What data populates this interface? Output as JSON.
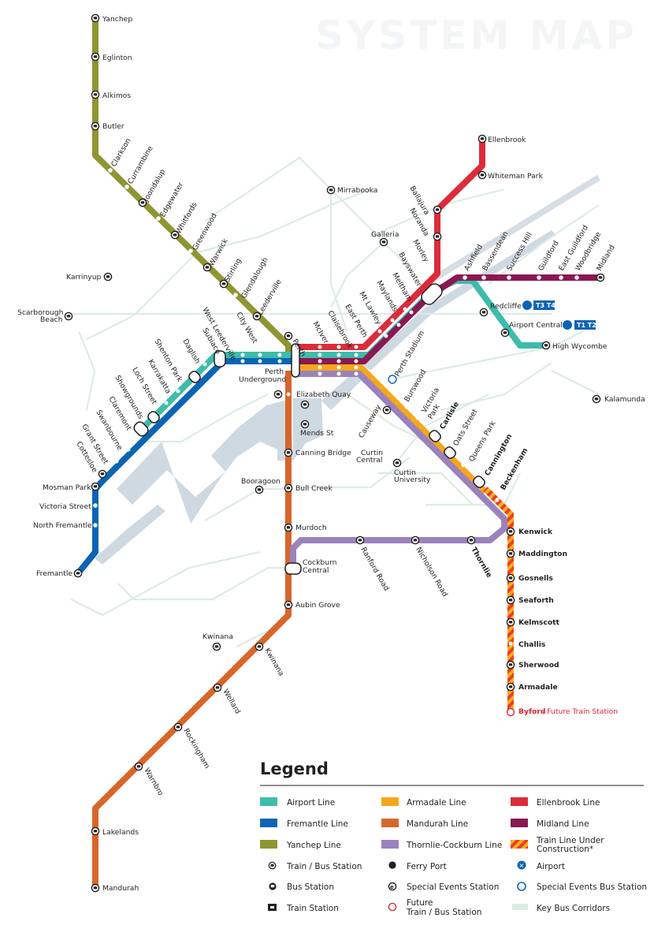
{
  "watermark": "SYSTEM MAP",
  "colors": {
    "airport": "#3dbcab",
    "fremantle": "#0c64b4",
    "yanchep": "#8e9531",
    "armadale": "#f5a71b",
    "mandurah": "#d7662b",
    "thornlie": "#9a82bd",
    "ellenbrook": "#dd2b3a",
    "midland": "#8c1851",
    "construction_a": "#ef3b2a",
    "construction_b": "#f8b21a",
    "bus_corridor": "#dcece3",
    "river": "#cfd9e2"
  },
  "stations": {
    "yanchep": "Yanchep",
    "eglinton": "Eglinton",
    "alkimos": "Alkimos",
    "butler": "Butler",
    "clarkson": "Clarkson",
    "currambine": "Currambine",
    "joondalup": "Joondalup",
    "edgewater": "Edgewater",
    "whitfords": "Whitfords",
    "greenwood": "Greenwood",
    "warwick": "Warwick",
    "stirling": "Stirling",
    "glendalough": "Glendalough",
    "leederville": "Leederville",
    "perth": "Perth",
    "perth_underground": "Perth\nUnderground",
    "perth_underground_1": "Perth",
    "perth_underground_2": "Underground",
    "city_west": "City West",
    "west_leederville": "West Leederville",
    "subiaco": "Subiaco",
    "daglish": "Daglish",
    "shenton_park": "Shenton Park",
    "karrakatta": "Karrakatta",
    "loch_street": "Loch Street",
    "showgrounds": "Showgrounds",
    "claremont": "Claremont",
    "swanbourne": "Swanbourne",
    "grant_street": "Grant Street",
    "cottesloe": "Cottesloe",
    "mosman_park": "Mosman Park",
    "victoria_street": "Victoria Street",
    "north_fremantle": "North Fremantle",
    "fremantle": "Fremantle",
    "ellenbrook": "Ellenbrook",
    "whiteman_park": "Whiteman Park",
    "ballajura": "Ballajura",
    "noranda": "Noranda",
    "morley": "Morley",
    "bayswater": "Bayswater",
    "meltham": "Meltham",
    "maylands": "Maylands",
    "mt_lawley": "Mt Lawley",
    "east_perth": "East Perth",
    "claisebrook": "Claisebrook",
    "mciver": "McIver",
    "ashfield": "Ashfield",
    "bassendean": "Bassendean",
    "success_hill": "Success Hill",
    "guildford": "Guildford",
    "east_guildford": "East Guildford",
    "woodbridge": "Woodbridge",
    "midland": "Midland",
    "redcliffe": "Redcliffe",
    "airport_central": "Airport Central",
    "high_wycombe": "High Wycombe",
    "t3t4": "T3  T4",
    "t1t2": "T1  T2",
    "perth_stadium": "Perth Stadium",
    "burswood": "Burswood",
    "victoria_park": "Victoria\nPark",
    "victoria_park_1": "Victoria",
    "victoria_park_2": "Park",
    "carlisle": "Carlisle",
    "oats_street": "Oats Street",
    "queens_park": "Queens Park",
    "cannington": "Cannington",
    "beckenham": "Beckenham",
    "kenwick": "Kenwick",
    "maddington": "Maddington",
    "gosnells": "Gosnells",
    "seaforth": "Seaforth",
    "kelmscott": "Kelmscott",
    "challis": "Challis",
    "sherwood": "Sherwood",
    "armadale": "Armadale",
    "byford": "Byford",
    "byford_note": " - Future Train Station",
    "thornlie": "Thornlie",
    "nicholson_road": "Nicholson Road",
    "ranford_road": "Ranford Road",
    "cockburn_central_1": "Cockburn",
    "cockburn_central_2": "Central",
    "elizabeth_quay": "Elizabeth Quay",
    "mends_st": "Mends St",
    "canning_bridge": "Canning Bridge",
    "bull_creek": "Bull Creek",
    "murdoch": "Murdoch",
    "aubin_grove": "Aubin Grove",
    "kwinana": "Kwinana",
    "kwinana_bus": "Kwinana",
    "wellard": "Wellard",
    "rockingham": "Rockingham",
    "warnbro": "Warnbro",
    "lakelands": "Lakelands",
    "mandurah": "Mandurah",
    "causeway": "Causeway",
    "curtin_central_1": "Curtin",
    "curtin_central_2": "Central",
    "curtin_university_1": "Curtin",
    "curtin_university_2": "University",
    "booragoon": "Booragoon",
    "mirrabooka": "Mirrabooka",
    "galleria": "Galleria",
    "karrinyup": "Karrinyup",
    "scarborough_beach_1": "Scarborough",
    "scarborough_beach_2": "Beach",
    "kalamunda": "Kalamunda"
  },
  "legend": {
    "title": "Legend",
    "items": [
      {
        "label": "Airport Line",
        "type": "swatch",
        "color": "#3dbcab"
      },
      {
        "label": "Fremantle Line",
        "type": "swatch",
        "color": "#0c64b4"
      },
      {
        "label": "Yanchep Line",
        "type": "swatch",
        "color": "#8e9531"
      },
      {
        "label": "Train / Bus Station",
        "type": "icon",
        "icon": "train-bus-station-icon"
      },
      {
        "label": "Bus Station",
        "type": "icon",
        "icon": "bus-station-icon"
      },
      {
        "label": "Train Station",
        "type": "icon",
        "icon": "train-station-icon"
      },
      {
        "label": "Armadale Line",
        "type": "swatch",
        "color": "#f5a71b"
      },
      {
        "label": "Mandurah Line",
        "type": "swatch",
        "color": "#d7662b"
      },
      {
        "label": "Thornlie-Cockburn Line",
        "type": "swatch",
        "color": "#9a82bd"
      },
      {
        "label": "Ferry Port",
        "type": "icon",
        "icon": "ferry-port-icon"
      },
      {
        "label": "Special Events Station",
        "type": "icon",
        "icon": "special-events-station-icon"
      },
      {
        "label": "Future\nTrain / Bus Station",
        "type": "icon",
        "icon": "future-station-icon"
      },
      {
        "label": "Ellenbrook Line",
        "type": "swatch",
        "color": "#dd2b3a"
      },
      {
        "label": "Midland Line",
        "type": "swatch",
        "color": "#8c1851"
      },
      {
        "label": "Train Line Under\nConstruction*",
        "type": "swatch",
        "color": "construction"
      },
      {
        "label": "Airport",
        "type": "icon",
        "icon": "airport-icon"
      },
      {
        "label": "Special Events Bus Station",
        "type": "icon",
        "icon": "special-events-bus-station-icon"
      },
      {
        "label": "Key Bus Corridors",
        "type": "swatch",
        "color": "#dcece3"
      }
    ],
    "labels": {
      "airport_line": "Airport Line",
      "fremantle_line": "Fremantle Line",
      "yanchep_line": "Yanchep Line",
      "train_bus_station": "Train / Bus Station",
      "bus_station": "Bus Station",
      "train_station": "Train Station",
      "armadale_line": "Armadale Line",
      "mandurah_line": "Mandurah Line",
      "thornlie_line": "Thornlie-Cockburn Line",
      "ferry_port": "Ferry Port",
      "special_events_station": "Special Events Station",
      "future_1": "Future",
      "future_2": "Train / Bus Station",
      "ellenbrook_line": "Ellenbrook Line",
      "midland_line": "Midland Line",
      "construction_1": "Train Line Under",
      "construction_2": "Construction*",
      "airport": "Airport",
      "special_events_bus": "Special Events Bus Station",
      "key_bus": "Key Bus Corridors"
    }
  }
}
